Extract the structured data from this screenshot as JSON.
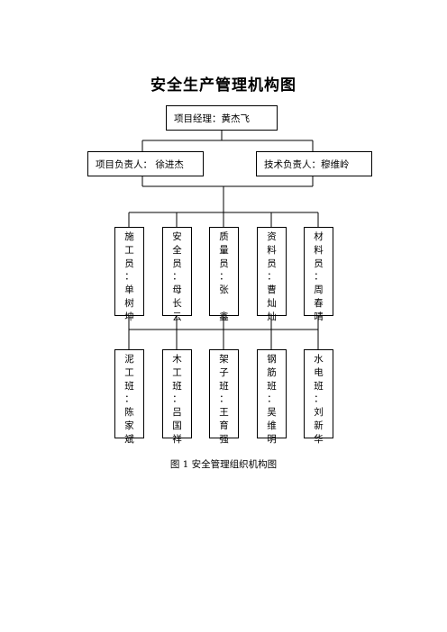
{
  "title": "安全生产管理机构图",
  "manager": "项目经理：黄杰飞",
  "project_lead": "项目负责人：  徐进杰",
  "tech_lead": "技术负责人：穆维岭",
  "staff": [
    {
      "chars": [
        "施",
        "工",
        "员",
        "：",
        "单",
        "树",
        "坤"
      ]
    },
    {
      "chars": [
        "安",
        "全",
        "员",
        "：",
        "母",
        "长",
        "云"
      ]
    },
    {
      "chars": [
        "质",
        "量",
        "员",
        "：",
        "张",
        "",
        "鑫"
      ]
    },
    {
      "chars": [
        "资",
        "料",
        "员",
        "：",
        "曹",
        "灿",
        "灿"
      ]
    },
    {
      "chars": [
        "材",
        "料",
        "员",
        "：",
        "周",
        "春",
        "晴"
      ]
    }
  ],
  "teams": [
    {
      "chars": [
        "泥",
        "工",
        "班",
        "：",
        "陈",
        "家",
        "斌"
      ]
    },
    {
      "chars": [
        "木",
        "工",
        "班",
        "：",
        "吕",
        "国",
        "祥"
      ]
    },
    {
      "chars": [
        "架",
        "子",
        "班",
        "：",
        "王",
        "育",
        "强"
      ]
    },
    {
      "chars": [
        "钢",
        "筋",
        "班",
        "：",
        "吴",
        "维",
        "明"
      ]
    },
    {
      "chars": [
        "水",
        "电",
        "班",
        "：",
        "刘",
        "新",
        "华"
      ]
    }
  ],
  "caption": "图 1    安全管理组织机构图"
}
